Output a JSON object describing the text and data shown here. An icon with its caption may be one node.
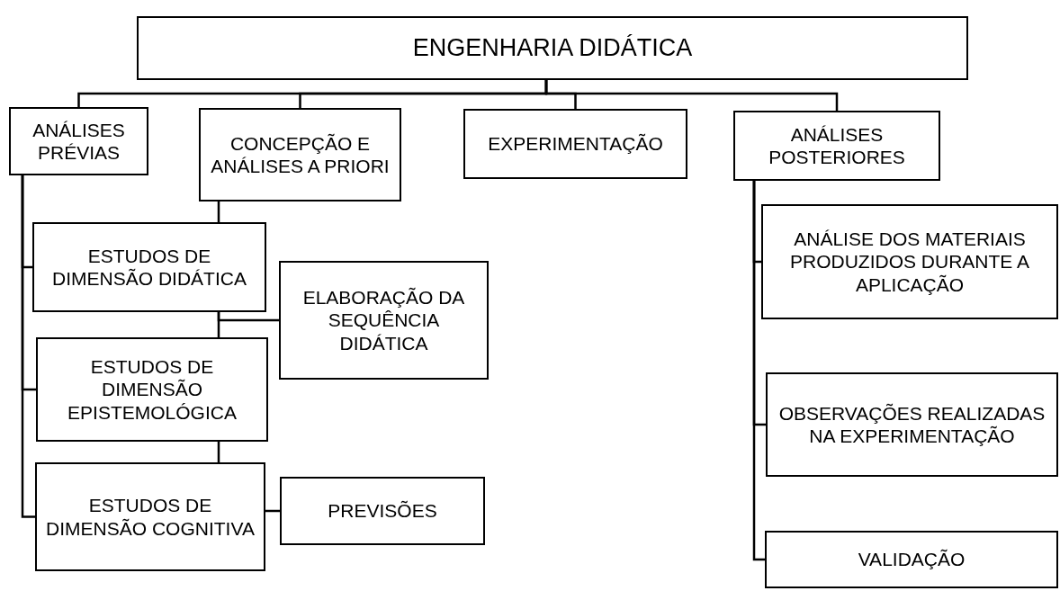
{
  "diagram": {
    "nodes": [
      {
        "text": [
          "ENGENHARIA DIDÁTICA"
        ]
      },
      {
        "text": [
          "ANÁLISES PRÉVIAS"
        ]
      },
      {
        "text": [
          "CONCEPÇÃO E ANÁLISES A PRIORI"
        ]
      },
      {
        "text": [
          "EXPERIMENTAÇÃO"
        ]
      },
      {
        "text": [
          "ANÁLISES POSTERIORES"
        ]
      },
      {
        "text": [
          "ESTUDOS DE DIMENSÃO DIDÁTICA"
        ]
      },
      {
        "text": [
          "ELABORAÇÃO DA SEQUÊNCIA DIDÁTICA"
        ]
      },
      {
        "text": [
          "ESTUDOS DE DIMENSÃO EPISTEMOLÓGICA"
        ]
      },
      {
        "text": [
          "ESTUDOS DE DIMENSÃO COGNITIVA"
        ]
      },
      {
        "text": [
          "PREVISÕES"
        ]
      },
      {
        "text": [
          "ANÁLISE DOS MATERIAIS PRODUZIDOS DURANTE A APLICAÇÃO"
        ]
      },
      {
        "text": [
          "OBSERVAÇÕES REALIZADAS NA EXPERIMENTAÇÃO"
        ]
      },
      {
        "text": [
          "VALIDAÇÃO"
        ]
      }
    ],
    "edges": [
      {
        "from": 0,
        "to": 1,
        "arrow": "none"
      },
      {
        "from": 0,
        "to": 2,
        "arrow": "none"
      },
      {
        "from": 0,
        "to": 3,
        "arrow": "none"
      },
      {
        "from": 0,
        "to": 4,
        "arrow": "none"
      },
      {
        "from": 1,
        "to": 5,
        "arrow": "none"
      },
      {
        "from": 1,
        "to": 7,
        "arrow": "none"
      },
      {
        "from": 1,
        "to": 8,
        "arrow": "none"
      },
      {
        "from": 2,
        "to": 5,
        "arrow": "none"
      },
      {
        "from": 5,
        "to": 7,
        "arrow": "none"
      },
      {
        "from": 5,
        "to": 6,
        "arrow": "none"
      },
      {
        "from": 7,
        "to": 8,
        "arrow": "none"
      },
      {
        "from": 8,
        "to": 9,
        "arrow": "none"
      },
      {
        "from": 4,
        "to": 10,
        "arrow": "none"
      },
      {
        "from": 4,
        "to": 11,
        "arrow": "none"
      },
      {
        "from": 4,
        "to": 12,
        "arrow": "none"
      }
    ]
  }
}
